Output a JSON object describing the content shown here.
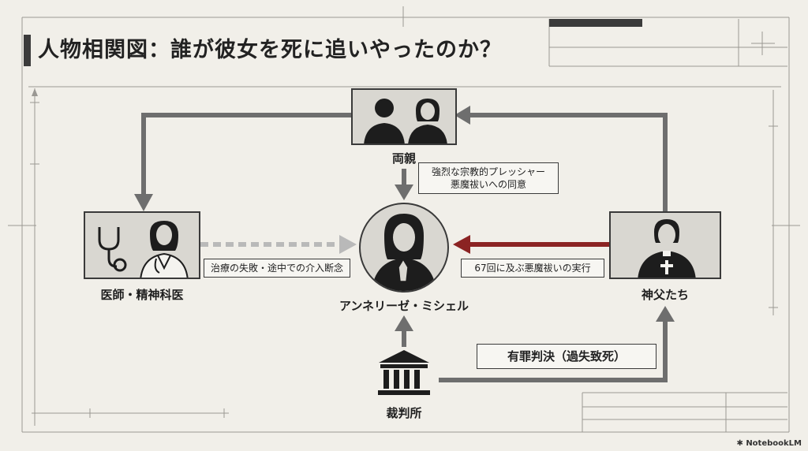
{
  "title": "人物相関図：誰が彼女を死に追いやったのか？",
  "nodes": {
    "parents": "両親",
    "doctors": "医師・精神科医",
    "center": "アンネリーゼ・ミシェル",
    "priests": "神父たち",
    "court": "裁判所"
  },
  "relations": {
    "parents_line1": "強烈な宗教的プレッシャー",
    "parents_line2": "悪魔祓いへの同意",
    "doctors": "治療の失敗・途中での介入断念",
    "priests": "67回に及ぶ悪魔祓いの実行",
    "verdict": "有罪判決（過失致死）"
  },
  "brand": "NotebookLM",
  "colors": {
    "arrow_gray": "#6e6e6e",
    "arrow_red": "#8b2323",
    "dashed": "#b9b9b9"
  }
}
